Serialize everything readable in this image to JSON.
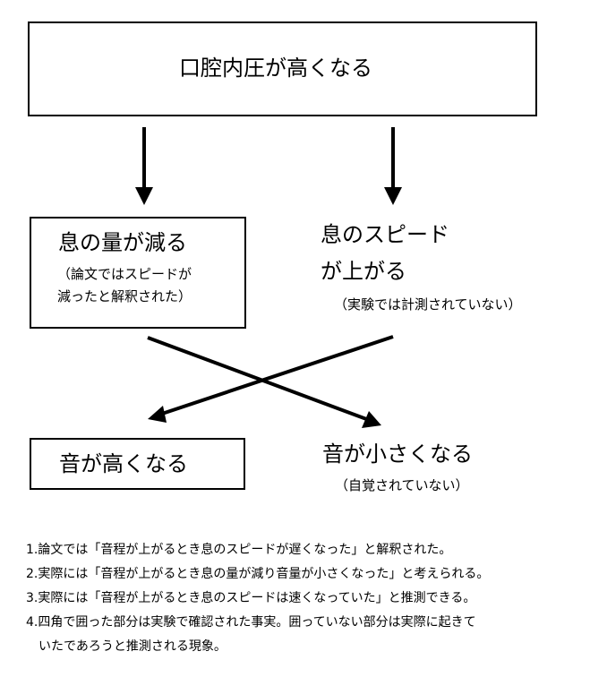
{
  "top_box": {
    "label": "口腔内圧が高くなる"
  },
  "left_box": {
    "title": "息の量が減る",
    "note_line1": "（論文ではスピードが",
    "note_line2": "減ったと解釈された）"
  },
  "right_top": {
    "title_line1": "息のスピード",
    "title_line2": "が上がる",
    "note": "（実験では計測されていない）"
  },
  "bottom_left": {
    "label": "音が高くなる"
  },
  "bottom_right": {
    "title": "音が小さくなる",
    "note": "（自覚されていない）"
  },
  "footnotes": [
    "1.論文では「音程が上がるとき息のスピードが遅くなった」と解釈された。",
    "2.実際には「音程が上がるとき息の量が減り音量が小さくなった」と考えられる。",
    "3.実際には「音程が上がるとき息のスピードは速くなっていた」と推測できる。",
    "4.四角で囲った部分は実験で確認された事実。囲っていない部分は実際に起きて",
    "　いたであろうと推測される現象。"
  ]
}
